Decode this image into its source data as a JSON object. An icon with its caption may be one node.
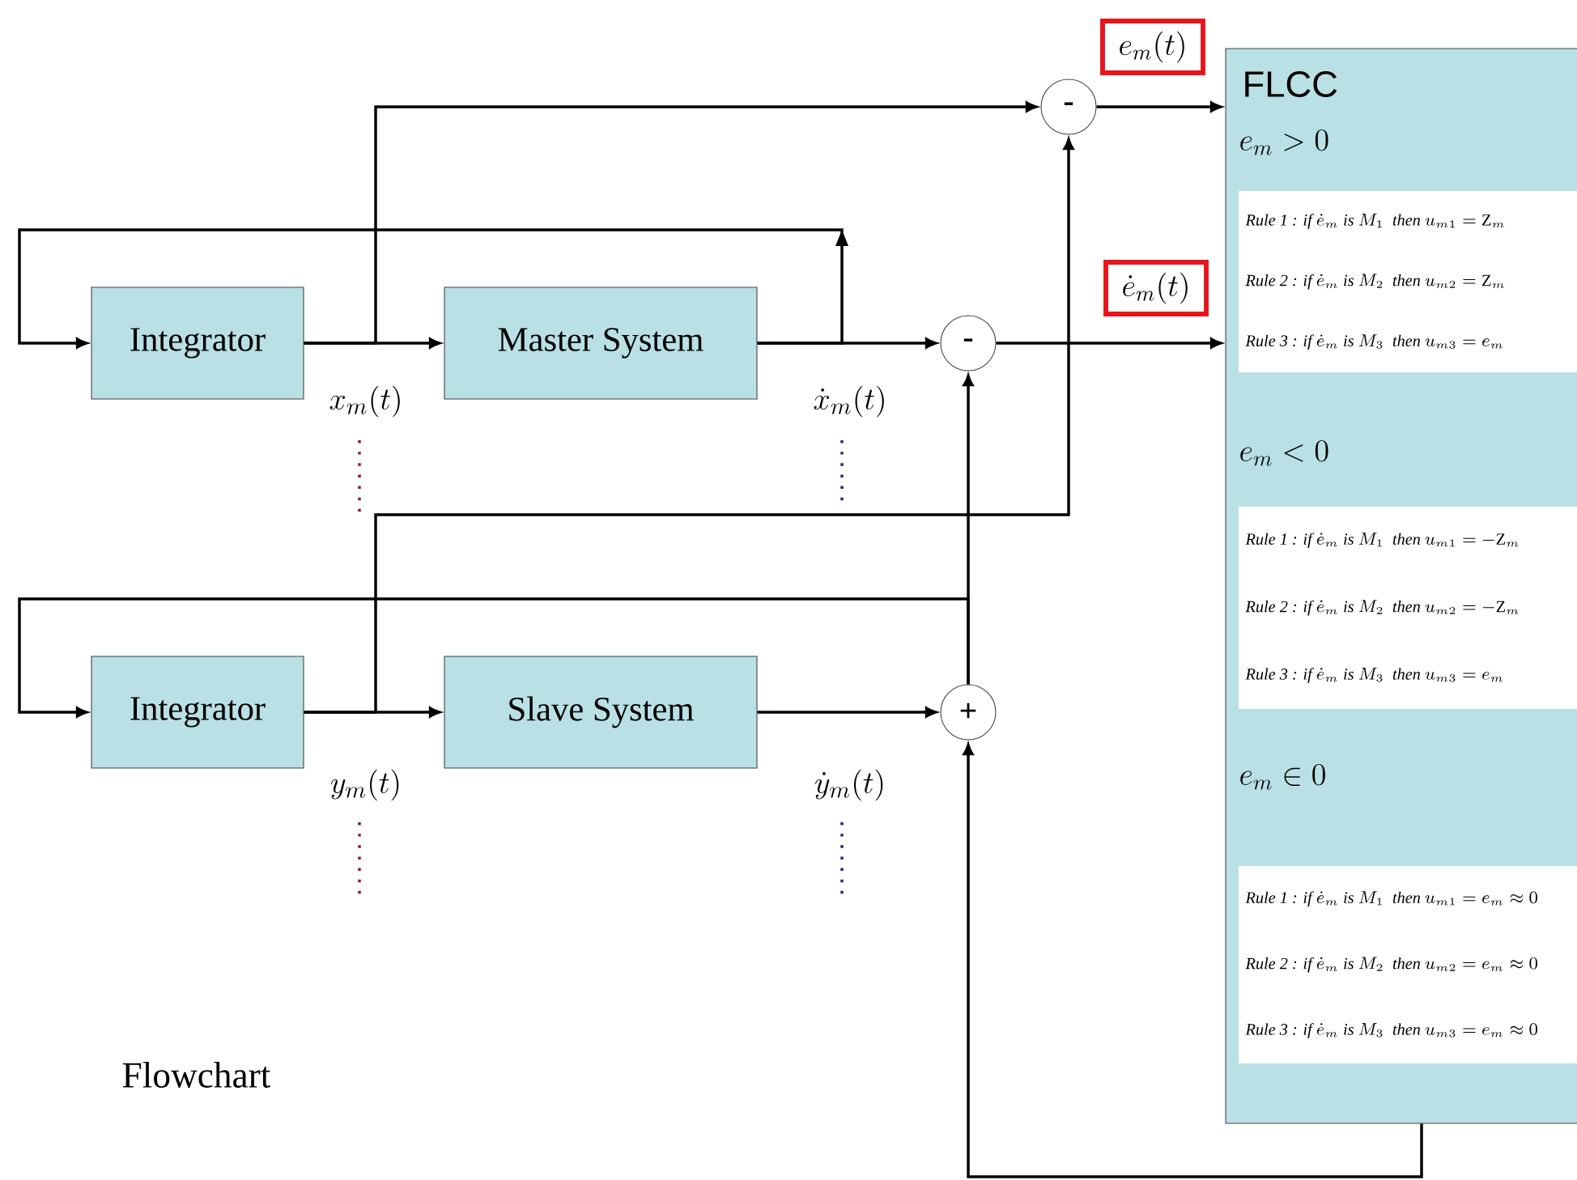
{
  "diagram": {
    "nodes": [
      {
        "text": [
          "Integrator"
        ]
      },
      {
        "text": [
          "Master System"
        ]
      },
      {
        "text": [
          "Integrator"
        ]
      },
      {
        "text": [
          "Slave System"
        ]
      },
      {
        "text": [
          "-"
        ]
      },
      {
        "text": [
          "-"
        ]
      },
      {
        "text": [
          "+"
        ]
      },
      {
        "text": [
          "FLCC",
          "e_m > 0",
          "e_m < 0",
          "e_m \\in 0"
        ]
      },
      {
        "text": [
          "\\textit{Rule 1 : if}\\ \\dot{e}_m\\ \\textit{is}\\ M_1\\ \\ \\textit{then}\\ u_{m1} = \\mathrm{Z}_m",
          "\\textit{Rule 2 : if}\\ \\dot{e}_m\\ \\textit{is}\\ M_2\\ \\ \\textit{then}\\ u_{m2} = \\mathrm{Z}_m",
          "\\textit{Rule 3 : if}\\ \\dot{e}_m\\ \\textit{is}\\ M_3\\ \\ \\textit{then}\\ u_{m3} = e_m"
        ],
        "in": 7
      },
      {
        "text": [
          "\\textit{Rule 1 : if}\\ \\dot{e}_m\\ \\textit{is}\\ M_1\\ \\ \\textit{then}\\ u_{m1} = -\\mathrm{Z}_m",
          "\\textit{Rule 2 : if}\\ \\dot{e}_m\\ \\textit{is}\\ M_2\\ \\ \\textit{then}\\ u_{m2} = -\\mathrm{Z}_m",
          "\\textit{Rule 3 : if}\\ \\dot{e}_m\\ \\textit{is}\\ M_3\\ \\ \\textit{then}\\ u_{m3} = e_m"
        ],
        "in": 7
      },
      {
        "text": [
          "\\textit{Rule 1 : if}\\ \\dot{e}_m\\ \\textit{is}\\ M_1\\ \\ \\textit{then}\\ u_{m1} = e_m \\approx 0",
          "\\textit{Rule 2 : if}\\ \\dot{e}_m\\ \\textit{is}\\ M_2\\ \\ \\textit{then}\\ u_{m2} = e_m \\approx 0",
          "\\textit{Rule 3 : if}\\ \\dot{e}_m\\ \\textit{is}\\ M_3\\ \\ \\textit{then}\\ u_{m3} = e_m \\approx 0"
        ],
        "in": 7
      },
      {
        "text": [
          "e_m(t)"
        ]
      },
      {
        "text": [
          "\\dot{e}_m(t)"
        ]
      }
    ],
    "edges": [
      {
        "from": 0,
        "to": 1,
        "arrow": "to"
      },
      {
        "from": 1,
        "to": 0,
        "arrow": "to"
      },
      {
        "from": 0,
        "to": 4,
        "arrow": "to"
      },
      {
        "from": 1,
        "to": 5,
        "arrow": "to"
      },
      {
        "from": 4,
        "to": 7,
        "arrow": "to"
      },
      {
        "from": 5,
        "to": 7,
        "arrow": "to"
      },
      {
        "from": 2,
        "to": 3,
        "arrow": "to"
      },
      {
        "from": 2,
        "to": 4,
        "arrow": "to"
      },
      {
        "from": 3,
        "to": 6,
        "arrow": "to"
      },
      {
        "from": 6,
        "to": 5,
        "arrow": "to"
      },
      {
        "from": 6,
        "to": 2,
        "arrow": "to"
      },
      {
        "from": 7,
        "to": 6,
        "arrow": "to"
      }
    ],
    "labels": [
      "x_m(t)",
      "\\dot{x}_m(t)",
      "y_m(t)",
      "\\dot{y}_m(t)",
      "Flowchart"
    ]
  }
}
